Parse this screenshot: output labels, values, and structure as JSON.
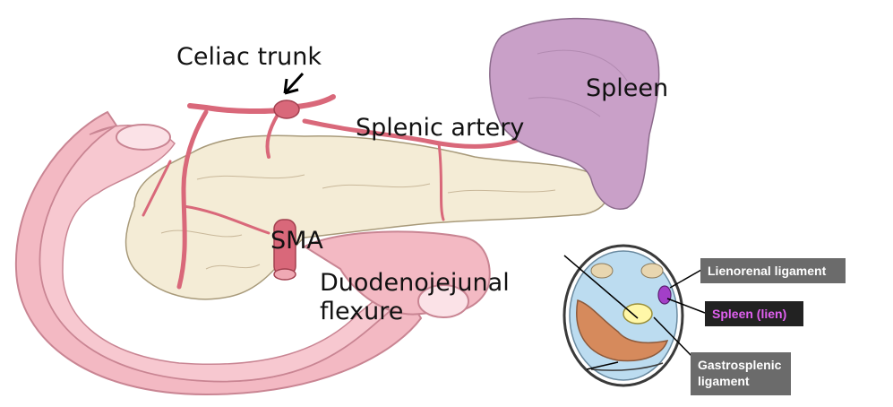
{
  "labels": {
    "celiac": "Celiac trunk",
    "spleen": "Spleen",
    "splenic_artery": "Splenic artery",
    "sma": "SMA",
    "duodenojejunal_line1": "Duodenojejunal",
    "duodenojejunal_line2": "flexure"
  },
  "inset": {
    "lienorenal": "Lienorenal ligament",
    "spleen_lien": "Spleen (lien)",
    "gastrosplenic_line1": "Gastrosplenic",
    "gastrosplenic_line2": "ligament"
  },
  "colors": {
    "duodenum": "#f3b9c3",
    "pancreas": "#f4ecd6",
    "spleen": "#c9a0c8",
    "artery": "#d9687a",
    "inset_blue": "#bcdcf0",
    "inset_orange": "#d68a5c",
    "tag_gray": "#6b6b6b",
    "tag_dark": "#222222",
    "tag_magenta": "#e060f0"
  }
}
